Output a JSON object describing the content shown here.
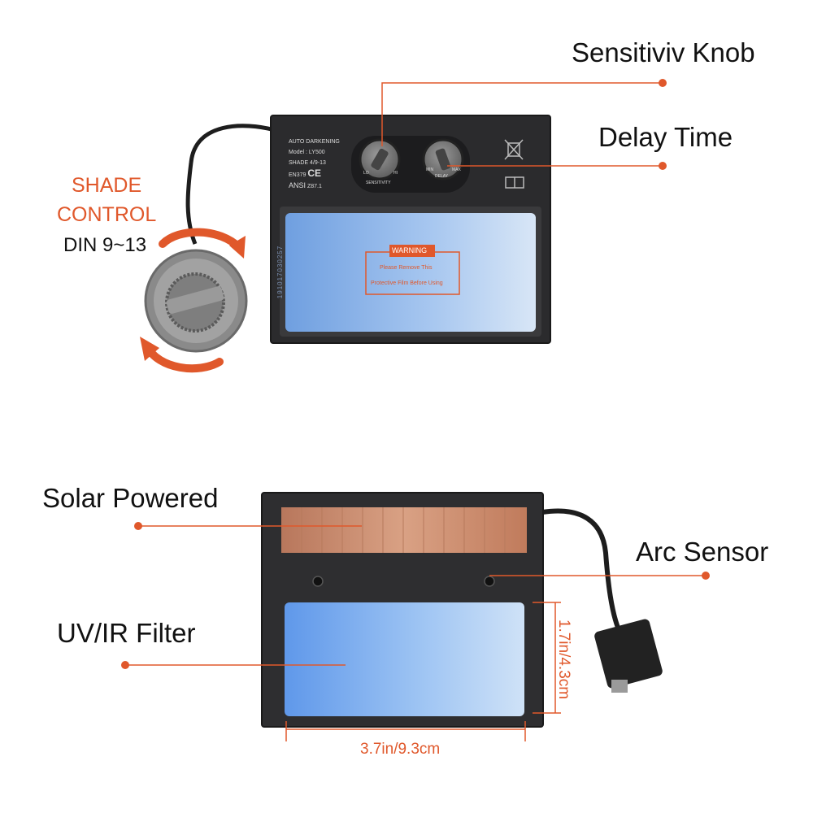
{
  "top_callouts": {
    "sensitivity": "Sensitiviv Knob",
    "delay": "Delay Time"
  },
  "shade_control": {
    "line1": "SHADE",
    "line2": "CONTROL",
    "line3": "DIN 9~13"
  },
  "front_panel": {
    "line_a": "AUTO DARKENING",
    "line_b": "Model : LY500",
    "line_c": "SHADE 4/9-13",
    "line_d": "EN379",
    "line_e": "ANSI",
    "line_f": "Z87.1",
    "knob_sens": "SENSITIVITY",
    "knob_lo": "LO",
    "knob_hi": "HI",
    "knob_delay": "DELAY",
    "knob_min": "MIN",
    "knob_max": "MAX",
    "warning": "WARNING",
    "warn_line1": "Please Remove This",
    "warn_line2": "Protective Film Before Using",
    "serial": "19101703025​7"
  },
  "bottom_callouts": {
    "solar": "Solar Powered",
    "arc": "Arc Sensor",
    "filter": "UV/IR Filter"
  },
  "dimensions": {
    "width": "3.7in/9.3cm",
    "height": "1.7in/4.3cm"
  },
  "colors": {
    "accent": "#e0582b",
    "body": "#2b2b2d",
    "lens": "#8fb7e8",
    "solar": "#c98a6a"
  }
}
